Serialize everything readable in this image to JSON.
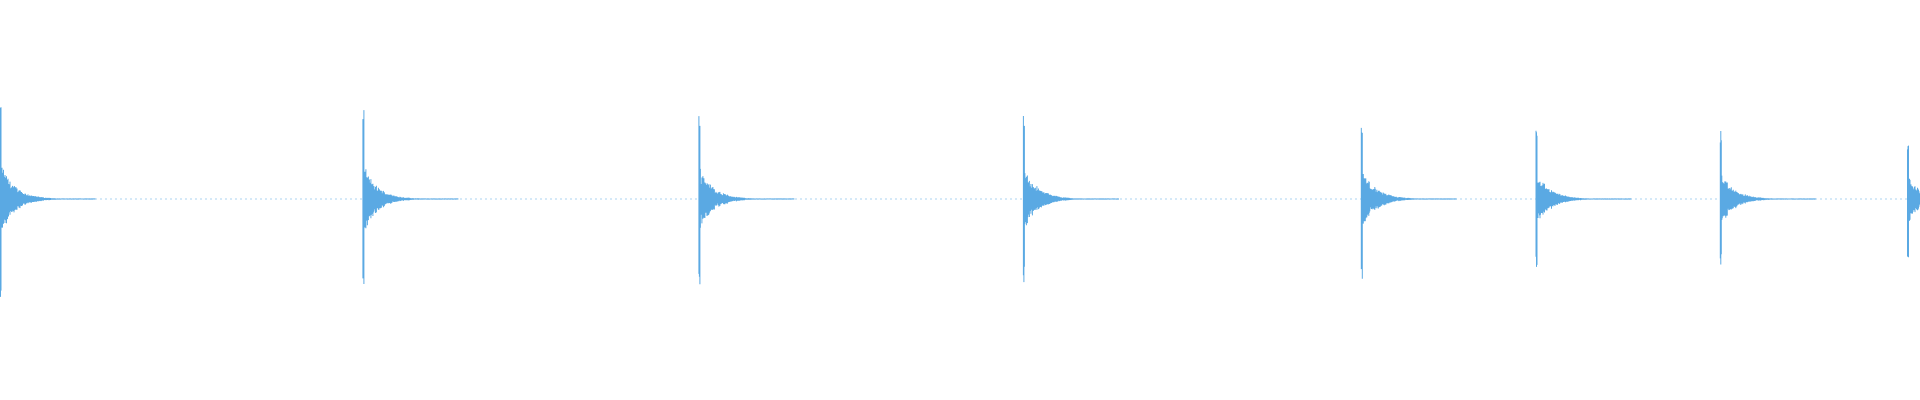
{
  "waveform": {
    "color": "#5aa9e3",
    "background": "#ffffff",
    "onsets": [
      {
        "time": 0.0,
        "peak": 0.98
      },
      {
        "time": 0.189,
        "peak": 0.9
      },
      {
        "time": 0.364,
        "peak": 0.86
      },
      {
        "time": 0.533,
        "peak": 0.84
      },
      {
        "time": 0.709,
        "peak": 0.8
      },
      {
        "time": 0.8,
        "peak": 0.72
      },
      {
        "time": 0.896,
        "peak": 0.68
      },
      {
        "time": 0.9935,
        "peak": 0.62
      }
    ]
  }
}
